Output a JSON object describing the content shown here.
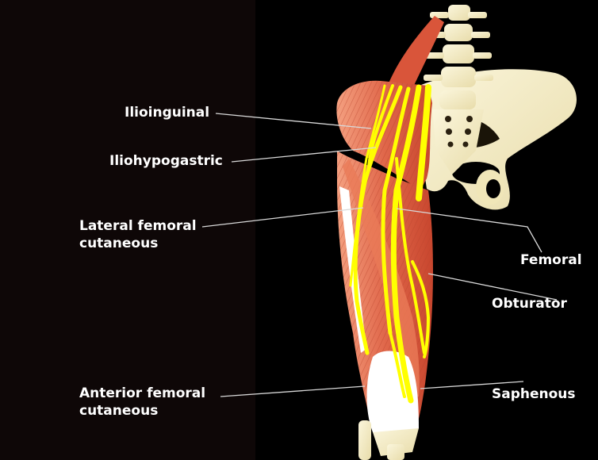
{
  "labels": {
    "ilioinguinal": "Ilioinguinal",
    "iliohypogastric": "Iliohypogastric",
    "lateral_femoral_cutaneous": [
      "Lateral femoral",
      "cutaneous"
    ],
    "femoral": "Femoral",
    "obturator": "Obturator",
    "anterior_femoral_cutaneous": [
      "Anterior femoral",
      "cutaneous"
    ],
    "saphenous": "Saphenous"
  },
  "colors": {
    "nerve": "#ffff00",
    "muscle": "#e0674a",
    "bone": "#f3ecc4",
    "leader_line": "#d8d8d8",
    "label_text": "#ffffff",
    "background": "#000000"
  }
}
